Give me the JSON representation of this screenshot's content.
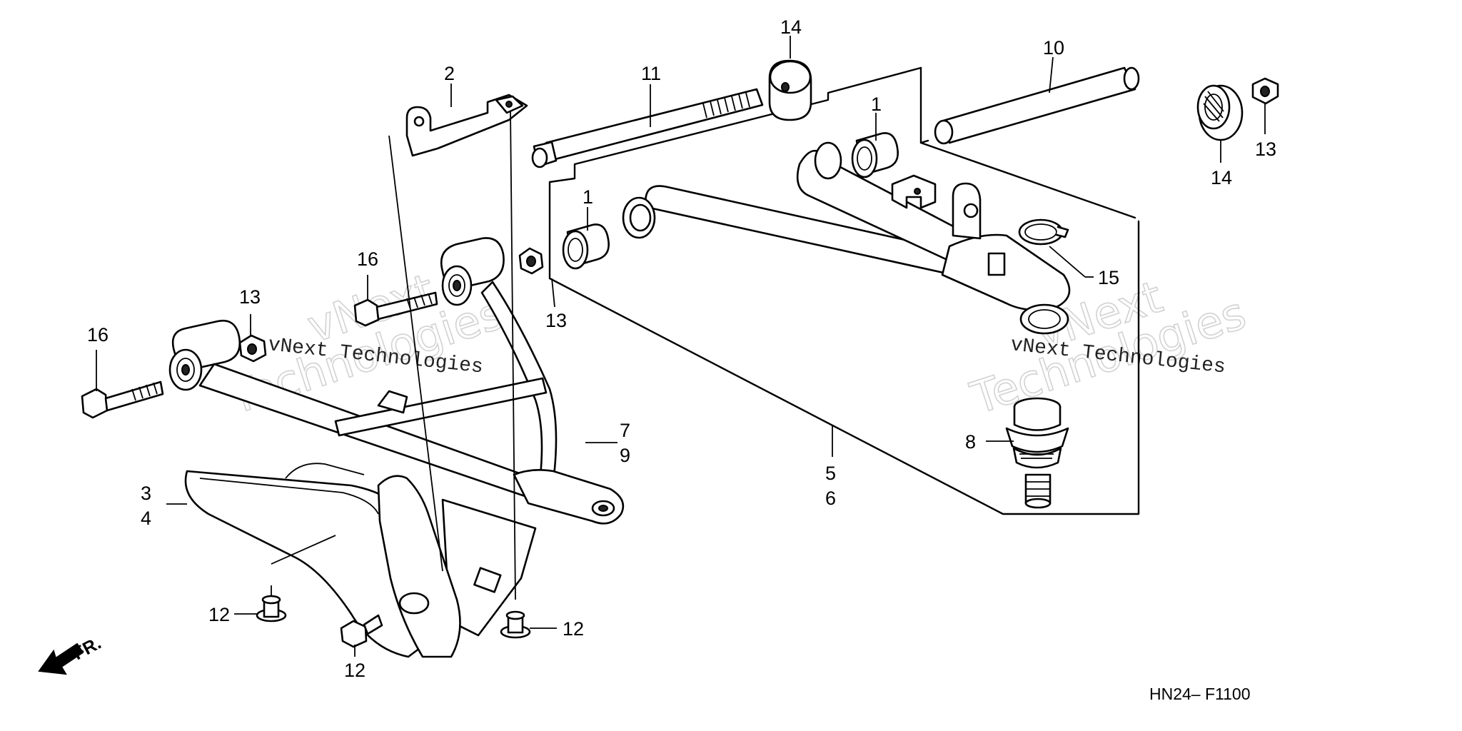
{
  "callouts": {
    "c1a": "1",
    "c1b": "1",
    "c2": "2",
    "c3": "3",
    "c4": "4",
    "c5": "5",
    "c6": "6",
    "c7": "7",
    "c8": "8",
    "c9": "9",
    "c10": "10",
    "c11": "11",
    "c12a": "12",
    "c12b": "12",
    "c12c": "12",
    "c13a": "13",
    "c13b": "13",
    "c13c": "13",
    "c14a": "14",
    "c14b": "14",
    "c15": "15",
    "c16a": "16",
    "c16b": "16"
  },
  "direction_label": "FR.",
  "diagram_code": "HN24– F1100",
  "watermark": {
    "line1": "vNext",
    "line2": "Technologies",
    "inline": "vNext Technologies"
  }
}
